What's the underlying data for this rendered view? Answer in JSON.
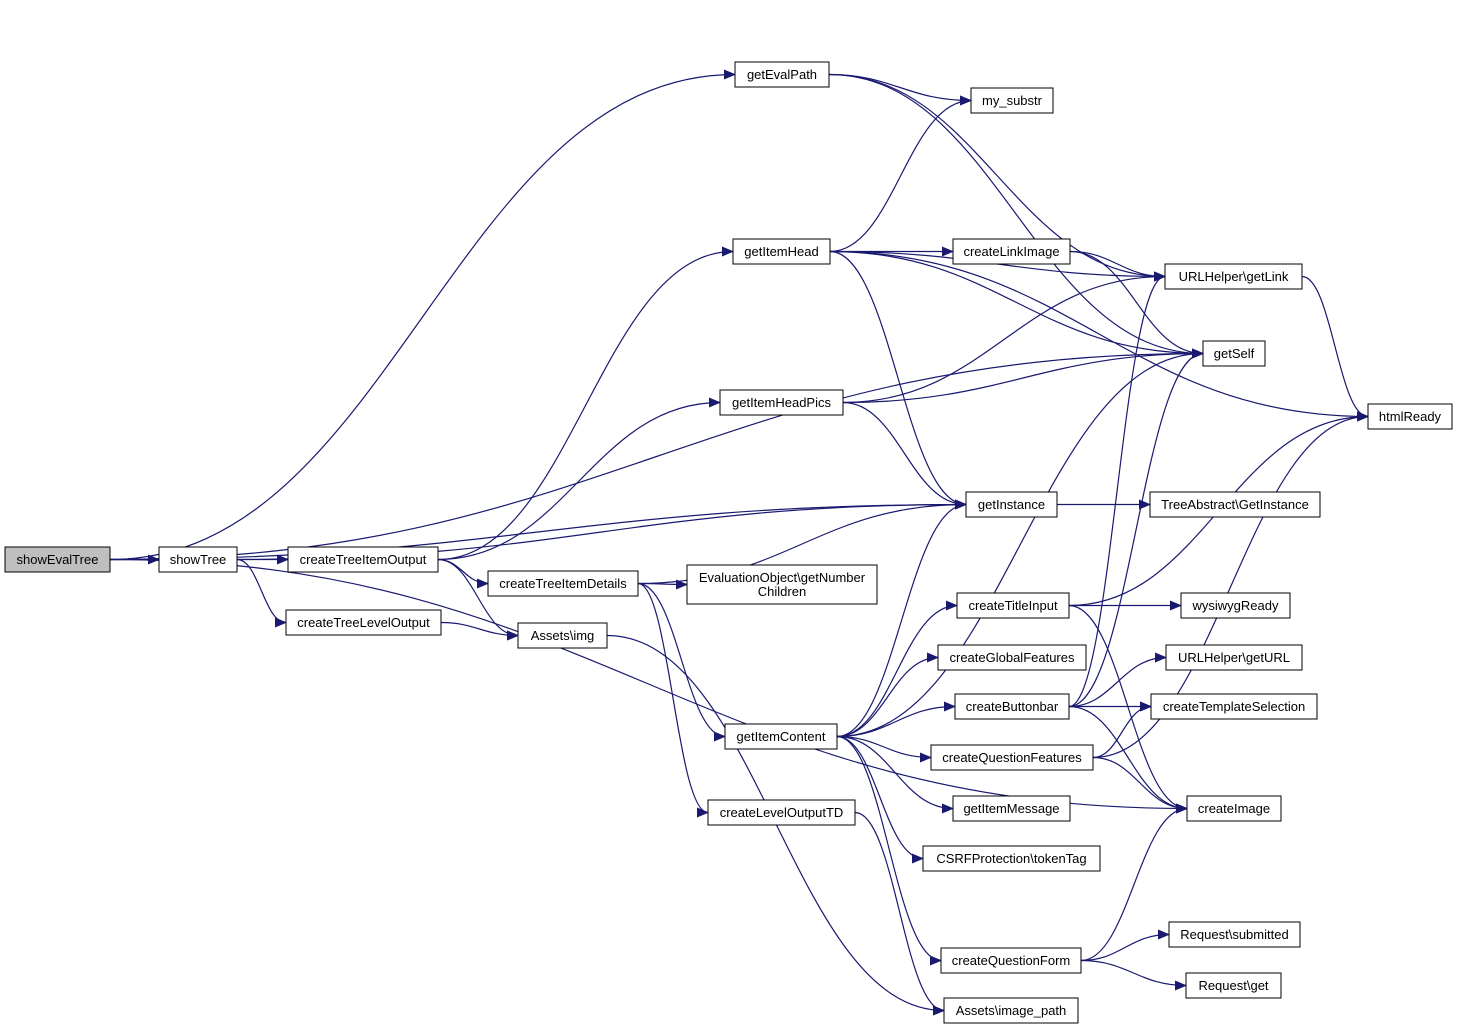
{
  "colors": {
    "edge": "#191970",
    "node_fill": "#ffffff",
    "root_fill": "#bfbfbf",
    "node_stroke": "#000000"
  },
  "nodes": [
    {
      "id": "showEvalTree",
      "label": "showEvalTree",
      "root": true
    },
    {
      "id": "showTree",
      "label": "showTree"
    },
    {
      "id": "createTreeItemOutput",
      "label": "createTreeItemOutput"
    },
    {
      "id": "createTreeLevelOutput",
      "label": "createTreeLevelOutput"
    },
    {
      "id": "getEvalPath",
      "label": "getEvalPath"
    },
    {
      "id": "my_substr",
      "label": "my_substr"
    },
    {
      "id": "getItemHead",
      "label": "getItemHead"
    },
    {
      "id": "createLinkImage",
      "label": "createLinkImage"
    },
    {
      "id": "URLHelper_getLink",
      "label": "URLHelper\\getLink"
    },
    {
      "id": "getSelf",
      "label": "getSelf"
    },
    {
      "id": "htmlReady",
      "label": "htmlReady"
    },
    {
      "id": "getItemHeadPics",
      "label": "getItemHeadPics"
    },
    {
      "id": "getInstance",
      "label": "getInstance"
    },
    {
      "id": "TreeAbstract_GetInstance",
      "label": "TreeAbstract\\GetInstance"
    },
    {
      "id": "createTreeItemDetails",
      "label": "createTreeItemDetails"
    },
    {
      "id": "EvaluationObject_getNumberChildren",
      "label": [
        "EvaluationObject\\getNumber",
        "Children"
      ]
    },
    {
      "id": "Assets_img",
      "label": "Assets\\img"
    },
    {
      "id": "createTitleInput",
      "label": "createTitleInput"
    },
    {
      "id": "wysiwygReady",
      "label": "wysiwygReady"
    },
    {
      "id": "createGlobalFeatures",
      "label": "createGlobalFeatures"
    },
    {
      "id": "URLHelper_getURL",
      "label": "URLHelper\\getURL"
    },
    {
      "id": "createButtonbar",
      "label": "createButtonbar"
    },
    {
      "id": "createTemplateSelection",
      "label": "createTemplateSelection"
    },
    {
      "id": "getItemContent",
      "label": "getItemContent"
    },
    {
      "id": "createQuestionFeatures",
      "label": "createQuestionFeatures"
    },
    {
      "id": "createImage",
      "label": "createImage"
    },
    {
      "id": "getItemMessage",
      "label": "getItemMessage"
    },
    {
      "id": "createLevelOutputTD",
      "label": "createLevelOutputTD"
    },
    {
      "id": "CSRFProtection_tokenTag",
      "label": "CSRFProtection\\tokenTag"
    },
    {
      "id": "Request_submitted",
      "label": "Request\\submitted"
    },
    {
      "id": "createQuestionForm",
      "label": "createQuestionForm"
    },
    {
      "id": "Request_get",
      "label": "Request\\get"
    },
    {
      "id": "Assets_image_path",
      "label": "Assets\\image_path"
    }
  ],
  "edges": [
    {
      "from": "showEvalTree",
      "to": "showTree"
    },
    {
      "from": "showEvalTree",
      "to": "getEvalPath"
    },
    {
      "from": "showEvalTree",
      "to": "getSelf"
    },
    {
      "from": "showEvalTree",
      "to": "getInstance"
    },
    {
      "from": "showEvalTree",
      "to": "createImage"
    },
    {
      "from": "showTree",
      "to": "createTreeItemOutput"
    },
    {
      "from": "showTree",
      "to": "createTreeLevelOutput"
    },
    {
      "from": "showTree",
      "to": "getInstance"
    },
    {
      "from": "createTreeItemOutput",
      "to": "getItemHead"
    },
    {
      "from": "createTreeItemOutput",
      "to": "getItemHeadPics"
    },
    {
      "from": "createTreeItemOutput",
      "to": "createTreeItemDetails"
    },
    {
      "from": "createTreeItemOutput",
      "to": "Assets_img"
    },
    {
      "from": "createTreeLevelOutput",
      "to": "Assets_img"
    },
    {
      "from": "getEvalPath",
      "to": "my_substr"
    },
    {
      "from": "getEvalPath",
      "to": "URLHelper_getLink"
    },
    {
      "from": "getEvalPath",
      "to": "getSelf"
    },
    {
      "from": "getItemHead",
      "to": "my_substr"
    },
    {
      "from": "getItemHead",
      "to": "createLinkImage"
    },
    {
      "from": "getItemHead",
      "to": "URLHelper_getLink"
    },
    {
      "from": "getItemHead",
      "to": "getSelf"
    },
    {
      "from": "getItemHead",
      "to": "htmlReady"
    },
    {
      "from": "getItemHead",
      "to": "getInstance"
    },
    {
      "from": "createLinkImage",
      "to": "URLHelper_getLink"
    },
    {
      "from": "createLinkImage",
      "to": "getSelf"
    },
    {
      "from": "URLHelper_getLink",
      "to": "htmlReady"
    },
    {
      "from": "getItemHeadPics",
      "to": "URLHelper_getLink"
    },
    {
      "from": "getItemHeadPics",
      "to": "getSelf"
    },
    {
      "from": "getItemHeadPics",
      "to": "getInstance"
    },
    {
      "from": "getInstance",
      "to": "TreeAbstract_GetInstance"
    },
    {
      "from": "createTreeItemDetails",
      "to": "EvaluationObject_getNumberChildren"
    },
    {
      "from": "createTreeItemDetails",
      "to": "getInstance"
    },
    {
      "from": "createTreeItemDetails",
      "to": "getItemContent"
    },
    {
      "from": "createTreeItemDetails",
      "to": "createLevelOutputTD"
    },
    {
      "from": "Assets_img",
      "to": "Assets_image_path"
    },
    {
      "from": "getItemContent",
      "to": "getInstance"
    },
    {
      "from": "getItemContent",
      "to": "createTitleInput"
    },
    {
      "from": "getItemContent",
      "to": "createGlobalFeatures"
    },
    {
      "from": "getItemContent",
      "to": "createButtonbar"
    },
    {
      "from": "getItemContent",
      "to": "createQuestionFeatures"
    },
    {
      "from": "getItemContent",
      "to": "getItemMessage"
    },
    {
      "from": "getItemContent",
      "to": "CSRFProtection_tokenTag"
    },
    {
      "from": "getItemContent",
      "to": "createQuestionForm"
    },
    {
      "from": "getItemContent",
      "to": "getSelf"
    },
    {
      "from": "createTitleInput",
      "to": "wysiwygReady"
    },
    {
      "from": "createTitleInput",
      "to": "htmlReady"
    },
    {
      "from": "createTitleInput",
      "to": "createImage"
    },
    {
      "from": "createButtonbar",
      "to": "URLHelper_getURL"
    },
    {
      "from": "createButtonbar",
      "to": "createTemplateSelection"
    },
    {
      "from": "createButtonbar",
      "to": "createImage"
    },
    {
      "from": "createButtonbar",
      "to": "URLHelper_getLink"
    },
    {
      "from": "createButtonbar",
      "to": "getSelf"
    },
    {
      "from": "createQuestionFeatures",
      "to": "createTemplateSelection"
    },
    {
      "from": "createQuestionFeatures",
      "to": "createImage"
    },
    {
      "from": "createQuestionFeatures",
      "to": "htmlReady"
    },
    {
      "from": "createLevelOutputTD",
      "to": "Assets_image_path"
    },
    {
      "from": "createQuestionForm",
      "to": "Request_submitted"
    },
    {
      "from": "createQuestionForm",
      "to": "Request_get"
    },
    {
      "from": "createQuestionForm",
      "to": "createImage"
    }
  ]
}
